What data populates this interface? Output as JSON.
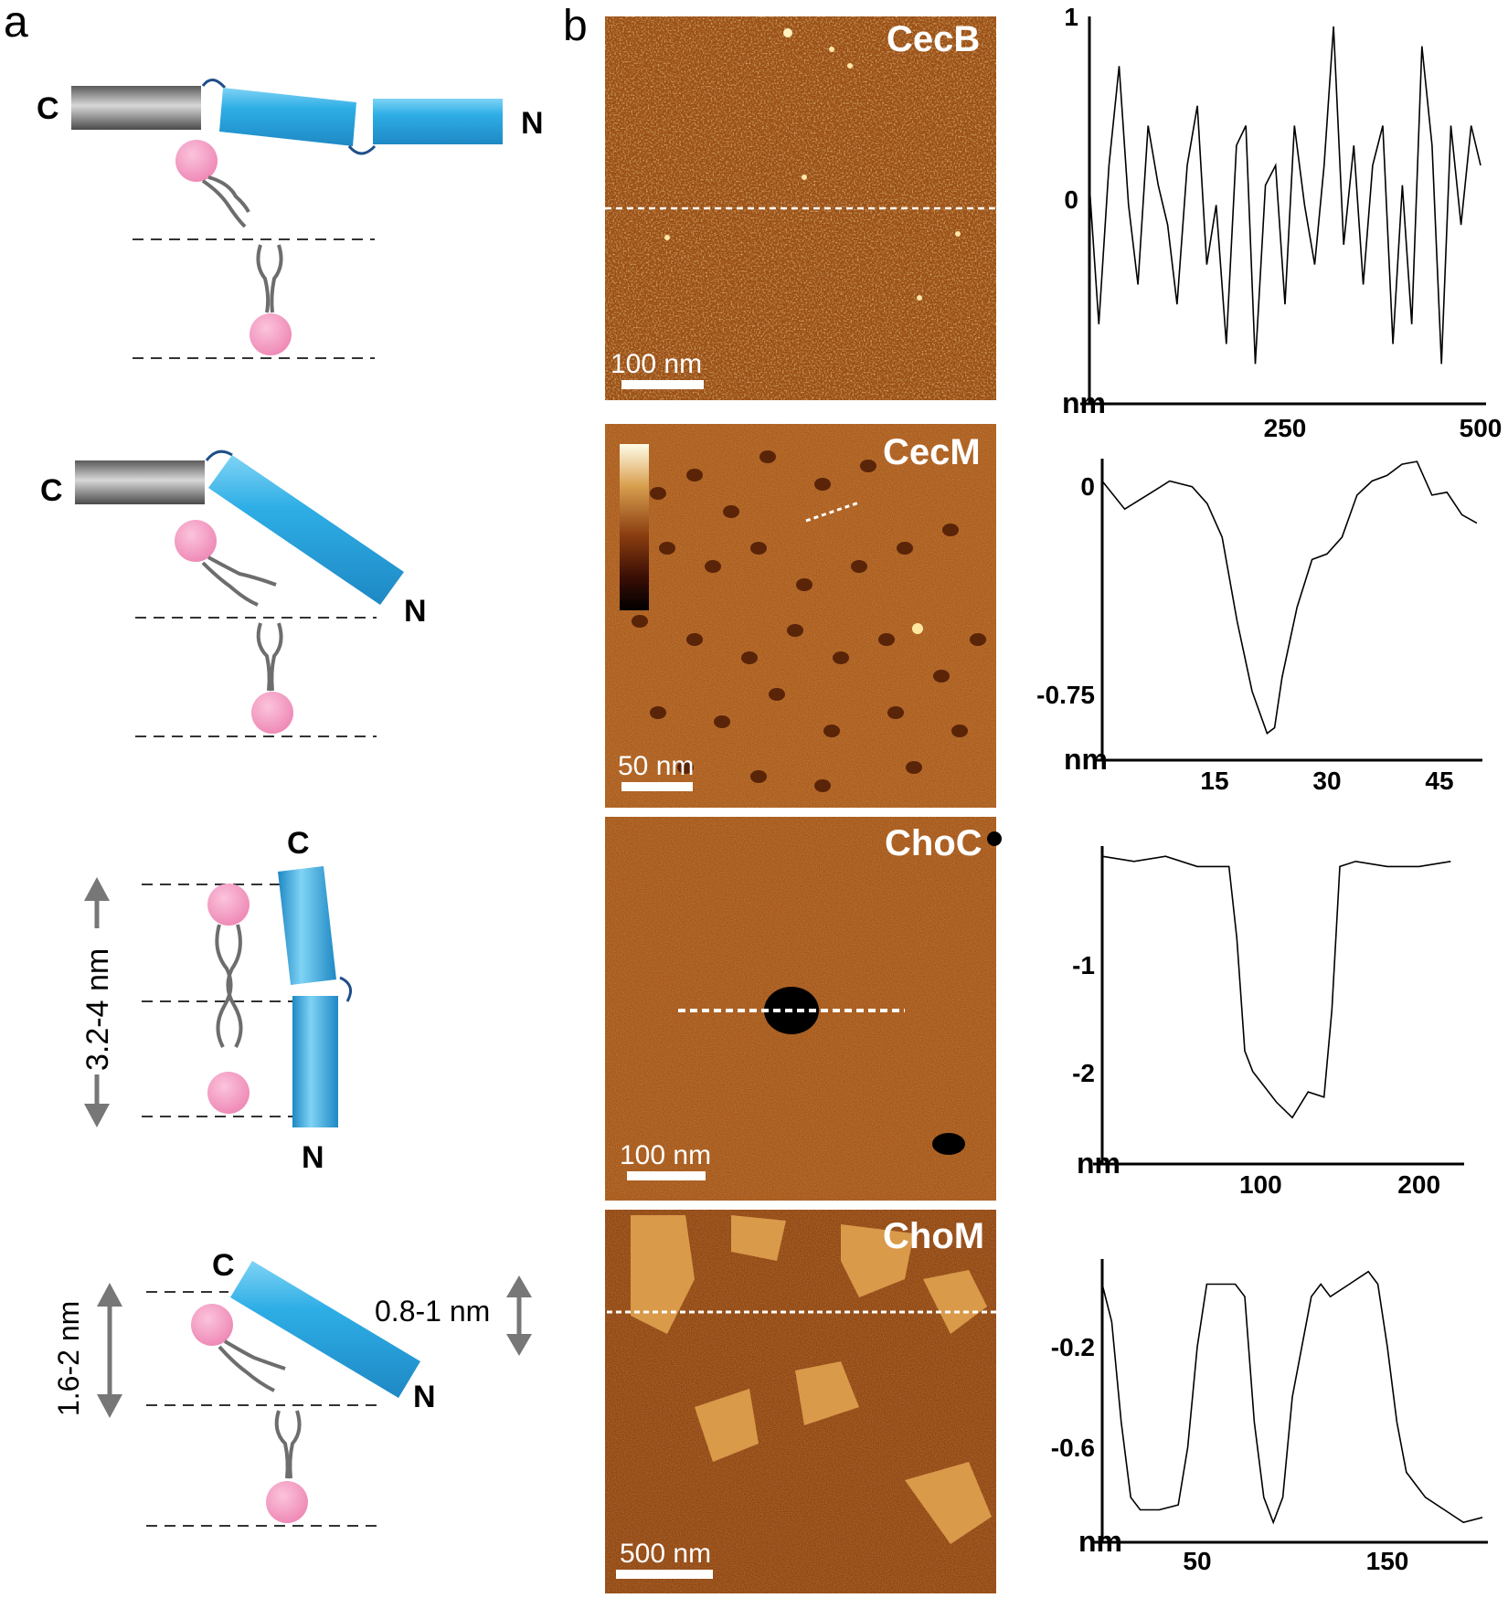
{
  "panels": {
    "a": "a",
    "b": "b"
  },
  "diagram": {
    "row1": {
      "c": "C",
      "n": "N"
    },
    "row2": {
      "c": "C",
      "n": "N"
    },
    "row3": {
      "c": "C",
      "n": "N",
      "dim": "3.2-4 nm"
    },
    "row4": {
      "c": "C",
      "n": "N",
      "dim_left": "1.6-2 nm",
      "dim_right": "0.8-1 nm"
    }
  },
  "colors": {
    "helix": "#29aae1",
    "head": "#f08fb7",
    "tail": "#6d6d6d",
    "afm": "#a5581a"
  },
  "afm": [
    {
      "label": "CecB",
      "scale": "100 nm"
    },
    {
      "label": "CecM",
      "scale": "50 nm"
    },
    {
      "label": "ChoC",
      "scale": "100 nm"
    },
    {
      "label": "ChoM",
      "scale": "500 nm"
    }
  ],
  "chart_data": [
    {
      "type": "line",
      "title": "",
      "xlabel": "nm",
      "ylabel": "",
      "xticks": [
        "250",
        "500"
      ],
      "yticks": [
        "1",
        "0"
      ],
      "xlim": [
        0,
        500
      ],
      "ylim": [
        -0.8,
        1.05
      ],
      "series": [
        {
          "x": [
            0,
            12,
            25,
            38,
            50,
            62,
            75,
            88,
            100,
            112,
            125,
            138,
            150,
            162,
            175,
            188,
            200,
            212,
            225,
            238,
            250,
            262,
            275,
            288,
            300,
            312,
            325,
            338,
            350,
            362,
            375,
            388,
            400,
            412,
            425,
            438,
            450,
            462,
            475,
            488,
            500
          ],
          "values": [
            0.2,
            -0.5,
            0.3,
            0.8,
            0.1,
            -0.3,
            0.5,
            0.2,
            0.0,
            -0.4,
            0.3,
            0.6,
            -0.2,
            0.1,
            -0.6,
            0.4,
            0.5,
            -0.7,
            0.2,
            0.3,
            -0.4,
            0.5,
            0.1,
            -0.2,
            0.3,
            1.0,
            -0.1,
            0.4,
            -0.3,
            0.3,
            0.5,
            -0.6,
            0.2,
            -0.5,
            0.9,
            0.4,
            -0.7,
            0.5,
            0.0,
            0.5,
            0.3
          ]
        }
      ]
    },
    {
      "type": "line",
      "title": "",
      "xlabel": "nm",
      "ylabel": "",
      "xticks": [
        "15",
        "30",
        "45"
      ],
      "yticks": [
        "0",
        "-0.75"
      ],
      "xlim": [
        0,
        50
      ],
      "ylim": [
        -0.95,
        0.08
      ],
      "series": [
        {
          "x": [
            0,
            3,
            6,
            9,
            12,
            14,
            16,
            18,
            20,
            22,
            23,
            24,
            26,
            28,
            30,
            32,
            34,
            36,
            38,
            40,
            42,
            44,
            46,
            48,
            50
          ],
          "values": [
            0.0,
            -0.1,
            -0.05,
            0.0,
            -0.02,
            -0.08,
            -0.2,
            -0.5,
            -0.75,
            -0.9,
            -0.88,
            -0.7,
            -0.45,
            -0.28,
            -0.26,
            -0.2,
            -0.05,
            0.0,
            0.02,
            0.06,
            0.07,
            -0.05,
            -0.04,
            -0.12,
            -0.15
          ]
        }
      ]
    },
    {
      "type": "line",
      "title": "",
      "xlabel": "nm",
      "ylabel": "",
      "xticks": [
        "100",
        "200"
      ],
      "yticks": [
        "-1",
        "-2"
      ],
      "xlim": [
        0,
        225
      ],
      "ylim": [
        -2.7,
        0.1
      ],
      "series": [
        {
          "x": [
            0,
            20,
            40,
            60,
            80,
            85,
            90,
            95,
            100,
            110,
            120,
            130,
            140,
            145,
            150,
            160,
            180,
            200,
            220
          ],
          "values": [
            0.0,
            -0.05,
            0.0,
            -0.1,
            -0.1,
            -0.8,
            -1.9,
            -2.1,
            -2.2,
            -2.4,
            -2.55,
            -2.3,
            -2.35,
            -1.5,
            -0.1,
            -0.05,
            -0.1,
            -0.1,
            -0.05
          ]
        }
      ]
    },
    {
      "type": "line",
      "title": "",
      "xlabel": "nm",
      "ylabel": "",
      "xticks": [
        "50",
        "150"
      ],
      "yticks": [
        "-0.2",
        "-0.6"
      ],
      "xlim": [
        0,
        200
      ],
      "ylim": [
        -1.05,
        0.05
      ],
      "series": [
        {
          "x": [
            0,
            5,
            10,
            15,
            20,
            30,
            40,
            45,
            50,
            55,
            60,
            70,
            75,
            80,
            85,
            90,
            95,
            100,
            110,
            115,
            120,
            130,
            140,
            145,
            150,
            155,
            160,
            165,
            170,
            180,
            190,
            200
          ],
          "values": [
            -0.05,
            -0.2,
            -0.6,
            -0.9,
            -0.95,
            -0.95,
            -0.93,
            -0.7,
            -0.3,
            -0.05,
            -0.05,
            -0.05,
            -0.1,
            -0.6,
            -0.9,
            -1.0,
            -0.9,
            -0.5,
            -0.1,
            -0.05,
            -0.1,
            -0.05,
            0.0,
            -0.05,
            -0.3,
            -0.6,
            -0.8,
            -0.85,
            -0.9,
            -0.95,
            -1.0,
            -0.98
          ]
        }
      ]
    }
  ]
}
